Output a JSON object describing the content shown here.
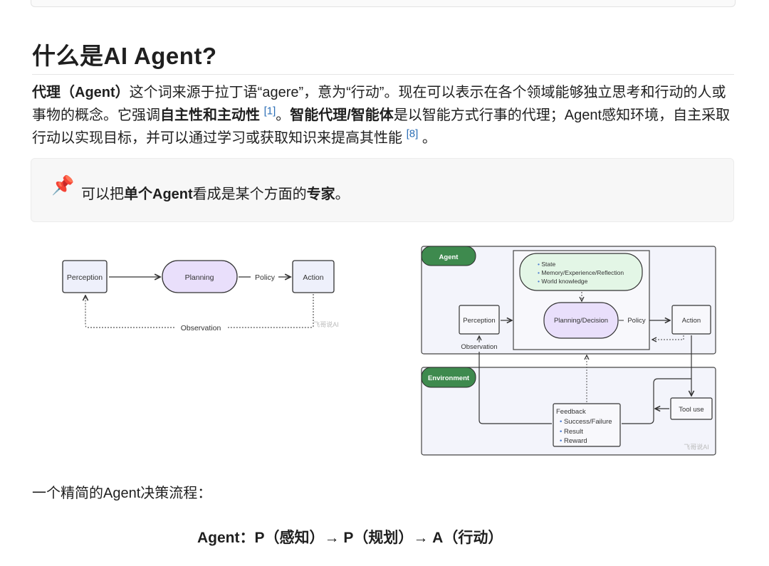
{
  "title": "什么是AI Agent?",
  "paragraph": {
    "p1_bold": "代理（Agent）",
    "p1_a": "这个词来源于拉丁语“agere”，意为“行动”。现在可以表示在各个领域能够独立思考和行动的人或事物的概念。它强调",
    "p1_bold2": "自主性和主动性",
    "ref1": "[1]",
    "p1_b": "。",
    "p1_bold3": "智能代理/智能体",
    "p1_c": "是以智能方式行事的代理；Agent感知环境，自主采取行动以实现目标，并可以通过学习或获取知识来提高其性能",
    "ref2": "[8]",
    "p1_d": "。"
  },
  "callout": {
    "icon": "pushpin-icon",
    "pin": "📌",
    "a": "可以把",
    "bold1": "单个Agent",
    "b": "看成是某个方面的",
    "bold2": "专家",
    "c": "。"
  },
  "diagram_simple": {
    "perception": "Perception",
    "planning": "Planning",
    "policy": "Policy",
    "action": "Action",
    "observation": "Observation",
    "watermark": "飞哥说AI"
  },
  "diagram_full": {
    "agent_label": "Agent",
    "environment_label": "Environment",
    "memory_items": [
      "State",
      "Memory/Experience/Reflection",
      "World knowledge"
    ],
    "planning": "Planning/Decision",
    "policy": "Policy",
    "perception": "Perception",
    "observation": "Observation",
    "action": "Action",
    "tool_use": "Tool use",
    "feedback": "Feedback",
    "feedback_items": [
      "Success/Failure",
      "Result",
      "Reward"
    ],
    "watermark": "飞哥说AI"
  },
  "flow_intro": "一个精简的Agent决策流程：",
  "formula": "Agent：P（感知）→ P（规划）→ A（行动）",
  "colors": {
    "green": "#3e8a4e",
    "lavender": "#e9dffb",
    "mint": "#e3f6e6",
    "box": "#eef0fb"
  }
}
